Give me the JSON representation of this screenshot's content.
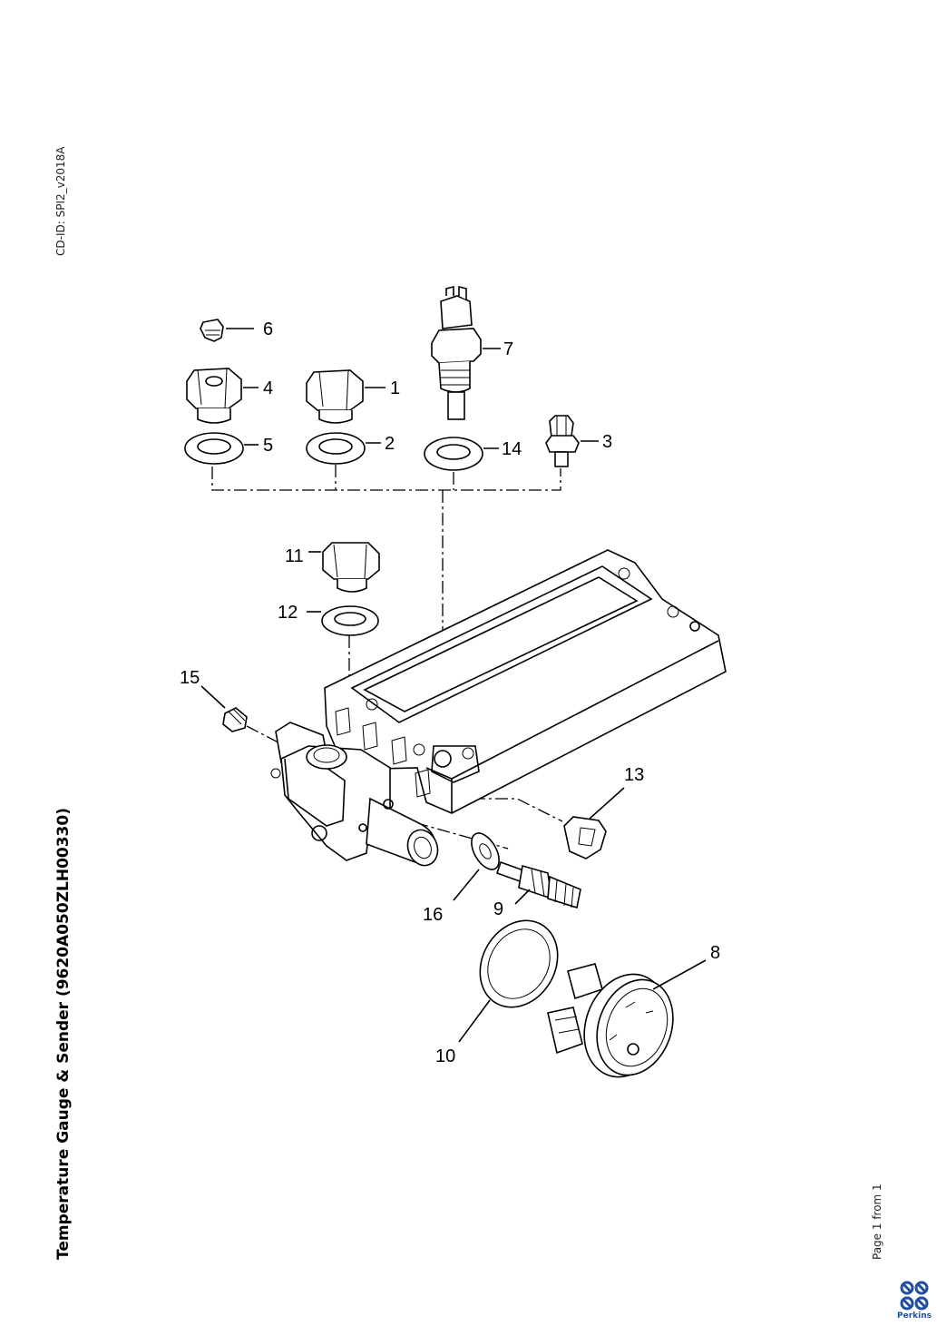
{
  "header": {
    "cd_id": "CD-ID: SPI2_v2018A"
  },
  "document": {
    "title": "Temperature Gauge & Sender (9620A050ZLH00330)",
    "page_label": "Page 1 from 1"
  },
  "brand": {
    "name": "Perkins",
    "color": "#1e4fa3"
  },
  "callouts": {
    "c1": "1",
    "c2": "2",
    "c3": "3",
    "c4": "4",
    "c5": "5",
    "c6": "6",
    "c7": "7",
    "c8": "8",
    "c9": "9",
    "c10": "10",
    "c11": "11",
    "c12": "12",
    "c13": "13",
    "c14": "14",
    "c15": "15",
    "c16": "16"
  }
}
